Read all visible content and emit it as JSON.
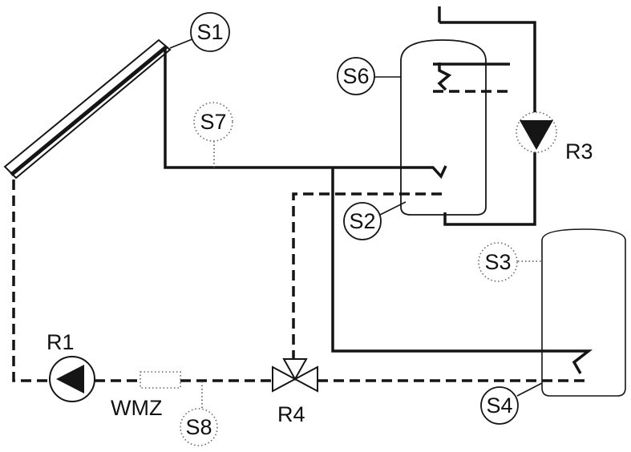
{
  "diagram": {
    "sensors": {
      "s1": "S1",
      "s2": "S2",
      "s3": "S3",
      "s4": "S4",
      "s6": "S6",
      "s7": "S7",
      "s8": "S8"
    },
    "actuators": {
      "r1": "R1",
      "r3": "R3",
      "r4": "R4"
    },
    "heat_meter": "WMZ"
  }
}
